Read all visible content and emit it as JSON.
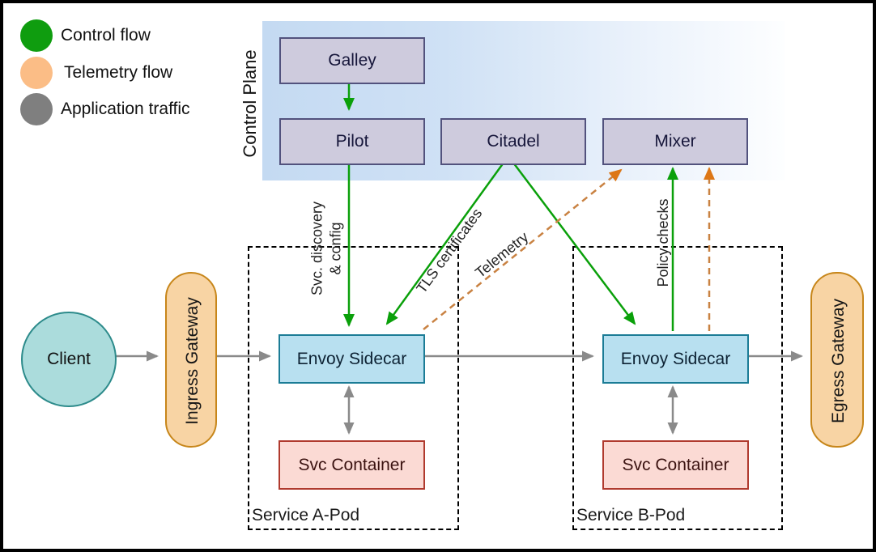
{
  "legend": {
    "items": [
      {
        "id": "control-flow",
        "label": "Control flow",
        "color": "#0f9d0f"
      },
      {
        "id": "telemetry-flow",
        "label": "Telemetry flow",
        "color": "#fbbd86"
      },
      {
        "id": "application-traffic",
        "label": "Application traffic",
        "color": "#7f7f7f"
      }
    ]
  },
  "control_plane": {
    "label": "Control Plane",
    "components": [
      {
        "label": "Galley"
      },
      {
        "label": "Pilot"
      },
      {
        "label": "Citadel"
      },
      {
        "label": "Mixer"
      }
    ]
  },
  "pods": [
    {
      "label": "Service A-Pod",
      "envoy": "Envoy Sidecar",
      "container": "Svc Container"
    },
    {
      "label": "Service B-Pod",
      "envoy": "Envoy Sidecar",
      "container": "Svc Container"
    }
  ],
  "nodes": {
    "client": "Client",
    "ingress_gateway": "Ingress Gateway",
    "egress_gateway": "Egress Gateway"
  },
  "edge_labels": {
    "svc_discovery_line1": "Svc. discovery",
    "svc_discovery_line2": "& config",
    "tls_certificates": "TLS certificates",
    "telemetry": "Telemetry",
    "policy_checks": "Policy checks"
  },
  "colors": {
    "control_flow_arrow": "#0aa00a",
    "telemetry_arrow_line": "#c98242",
    "telemetry_arrow_head": "#dd7716",
    "application_arrow": "#8a8a8a",
    "control_plane_bg": "#c4daf2",
    "component_fill": "#cecbdd",
    "component_border": "#52527d",
    "envoy_fill": "#b8e0f0",
    "envoy_border": "#1b7c96",
    "container_fill": "#fbdad4",
    "container_border": "#b03a2e",
    "client_fill": "#abdcdc",
    "gateway_fill": "#f8d4a4"
  }
}
